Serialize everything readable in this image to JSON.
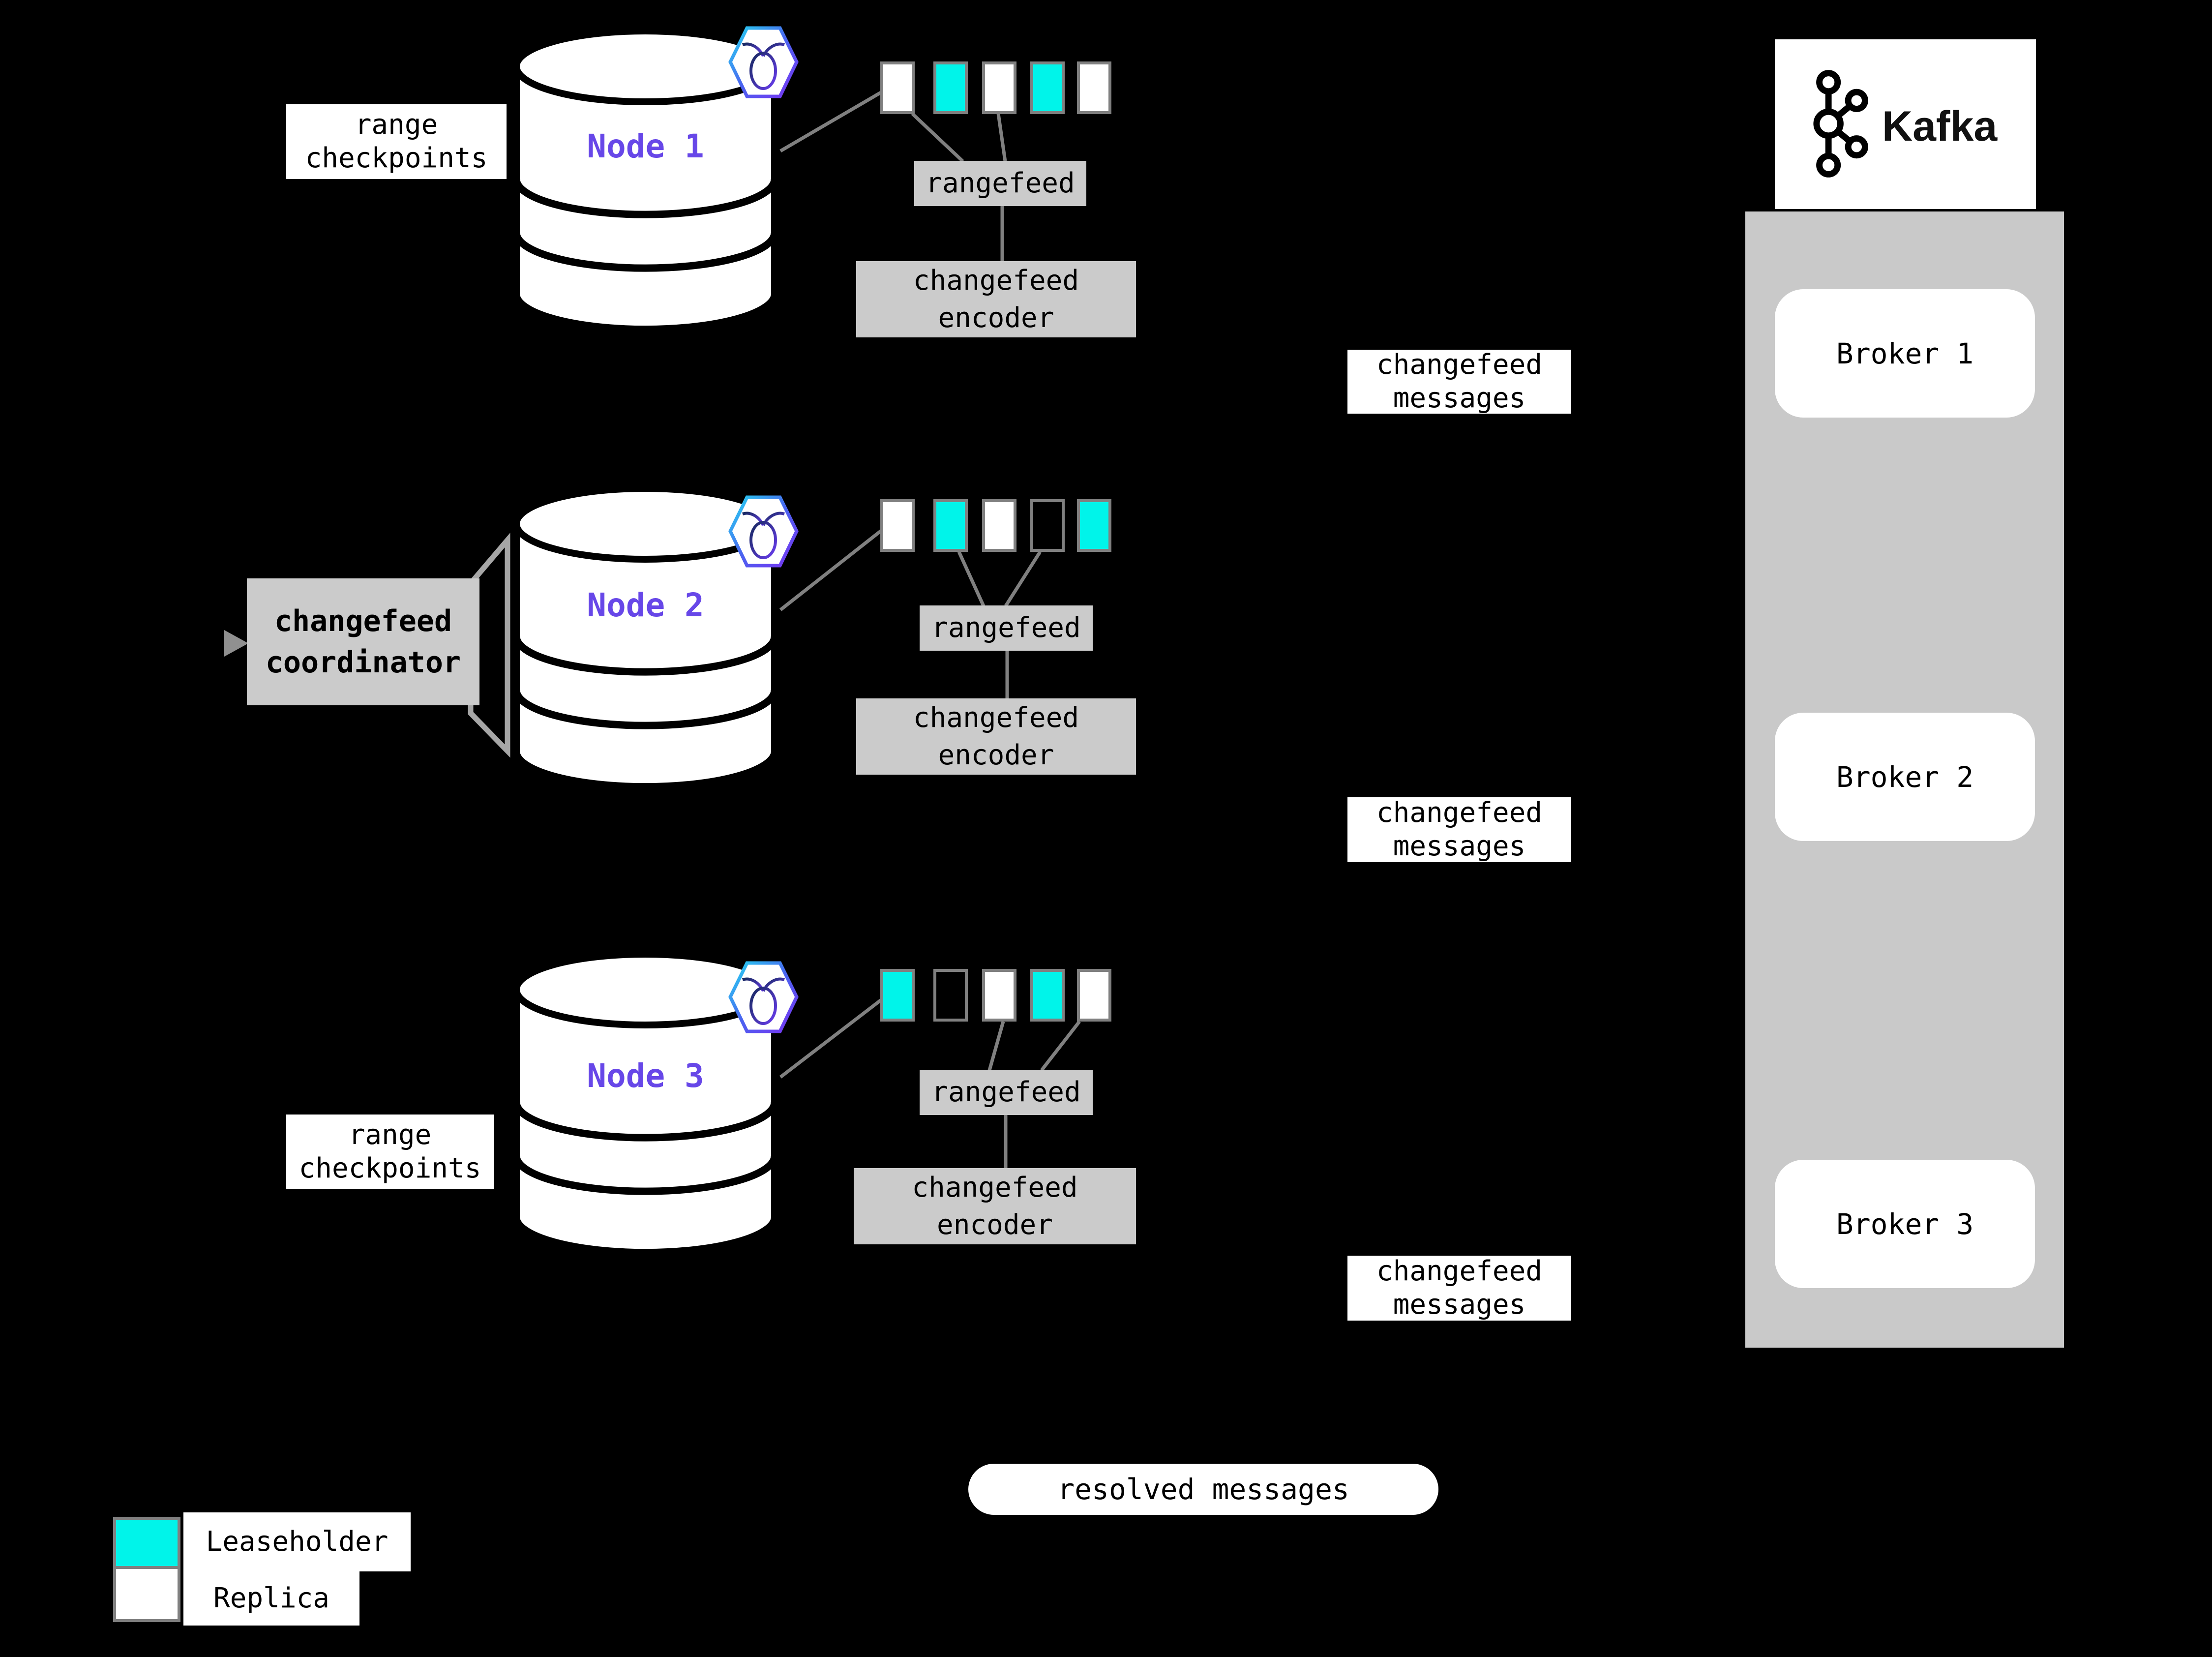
{
  "colors": {
    "background": "#000000",
    "leaseholder_fill": "#00f4ea",
    "replica_fill": "#ffffff",
    "box_border": "#808080",
    "panel_gray": "#cbcbcb",
    "node_label_purple": "#6747e8",
    "connector_gray": "#808080"
  },
  "nodes": [
    {
      "label": "Node 1",
      "replicas": [
        "replica",
        "leaseholder",
        "replica",
        "leaseholder",
        "replica"
      ]
    },
    {
      "label": "Node 2",
      "replicas": [
        "replica",
        "leaseholder",
        "replica",
        "empty",
        "leaseholder"
      ]
    },
    {
      "label": "Node 3",
      "replicas": [
        "leaseholder",
        "empty",
        "replica",
        "leaseholder",
        "replica"
      ]
    }
  ],
  "labels": {
    "range_checkpoints": {
      "line1": "range",
      "line2": "checkpoints"
    },
    "rangefeed": "rangefeed",
    "changefeed_encoder": {
      "line1": "changefeed",
      "line2": "encoder"
    },
    "changefeed_messages": {
      "line1": "changefeed",
      "line2": "messages"
    },
    "changefeed_coordinator": {
      "line1": "changefeed",
      "line2": "coordinator"
    },
    "resolved_messages": "resolved messages"
  },
  "kafka": {
    "brand": "Kafka",
    "brokers": [
      {
        "label": "Broker 1"
      },
      {
        "label": "Broker 2"
      },
      {
        "label": "Broker 3"
      }
    ]
  },
  "legend": [
    {
      "swatch": "leaseholder",
      "label": "Leaseholder"
    },
    {
      "swatch": "replica",
      "label": "Replica"
    }
  ]
}
